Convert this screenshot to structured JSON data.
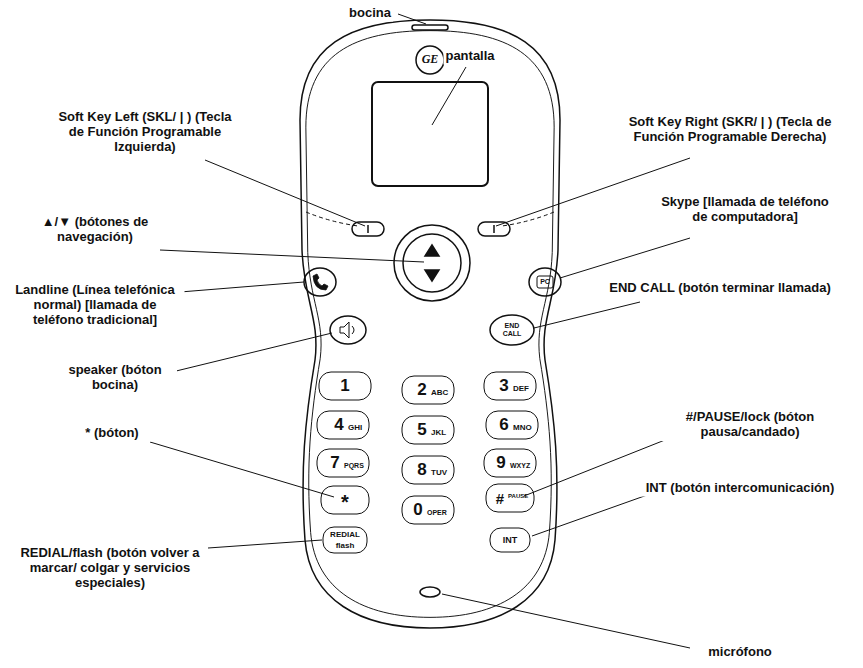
{
  "diagram": {
    "labels": [
      "bocina",
      "pantalla",
      "Soft Key Left (SKL/ | ) (Tecla de Función Programable Izquierda)",
      "Soft Key Right (SKR/ | ) (Tecla de Función Programable Derecha)",
      "▲/▼ (bótones de navegación)",
      "Skype [llamada de teléfono de computadora]",
      "Landline (Línea telefónica normal) [llamada de teléfono tradicional]",
      "END CALL (botón terminar llamada)",
      "speaker (bóton bocina)",
      "* (bóton)",
      "#/PAUSE/lock (bóton pausa/candado)",
      "INT (botón intercomunicación)",
      "REDIAL/flash (botón volver a marcar/ colgar y servicios especiales)",
      "micrófono",
      "GE",
      "PC",
      "END CALL",
      "1",
      "2",
      "ABC",
      "3",
      "DEF",
      "4",
      "GHI",
      "5",
      "JKL",
      "6",
      "MNO",
      "7",
      "PQRS",
      "8",
      "TUV",
      "9",
      "WXYZ",
      "*",
      "0",
      "OPER",
      "#",
      "PAUSE",
      "REDIAL",
      "flash",
      "INT"
    ]
  }
}
